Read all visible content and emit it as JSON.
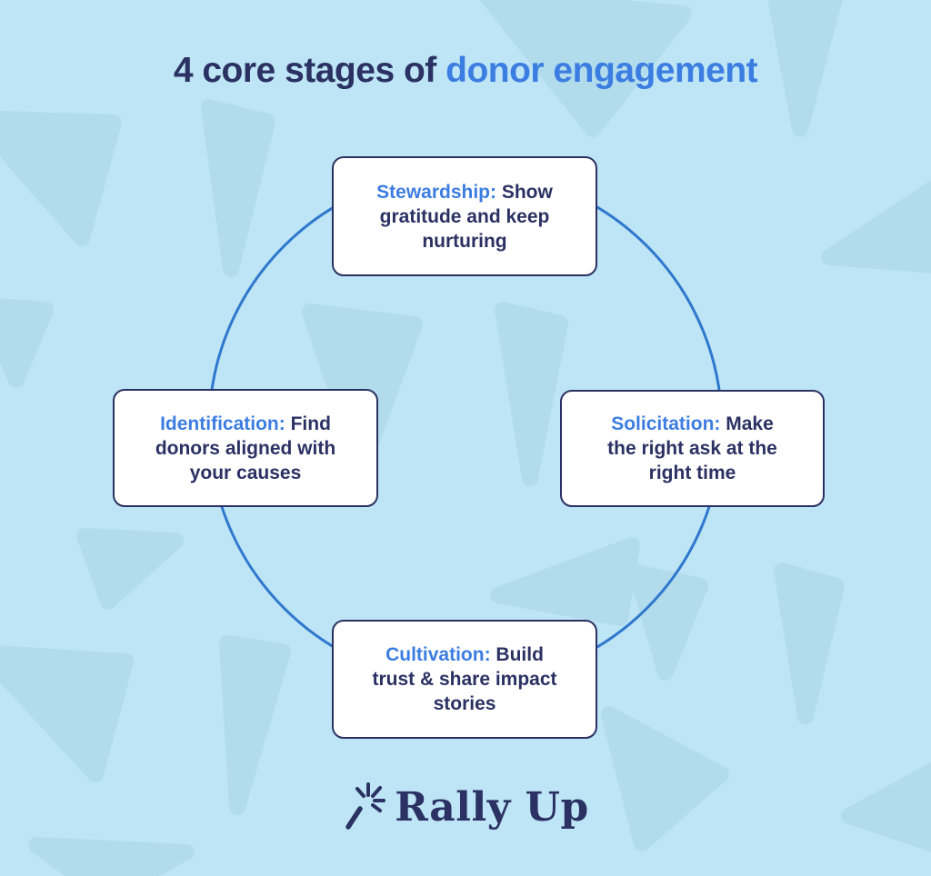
{
  "title": {
    "prefix": "4 core stages of ",
    "highlight": "donor engagement"
  },
  "stages": [
    {
      "name": "stewardship",
      "keyword": "Stewardship:",
      "line1": "Show",
      "line2": "gratitude and keep",
      "line3": "nurturing"
    },
    {
      "name": "identification",
      "keyword": "Identification:",
      "line1": "Find",
      "line2": "donors aligned with",
      "line3": "your causes"
    },
    {
      "name": "solicitation",
      "keyword": "Solicitation:",
      "line1": "Make",
      "line2": "the right ask at the",
      "line3": "right time"
    },
    {
      "name": "cultivation",
      "keyword": "Cultivation:",
      "line1": "Build",
      "line2": "trust & share impact",
      "line3": "stories"
    }
  ],
  "logo": {
    "text": "Rally Up",
    "icon": "magic-wand-icon"
  },
  "colors": {
    "bg": "#bde5f5",
    "triangle": "#b2dcec",
    "navy": "#2b3163",
    "blue": "#3c7de1",
    "circle": "#2f78cd",
    "card-bg": "#ffffff"
  }
}
